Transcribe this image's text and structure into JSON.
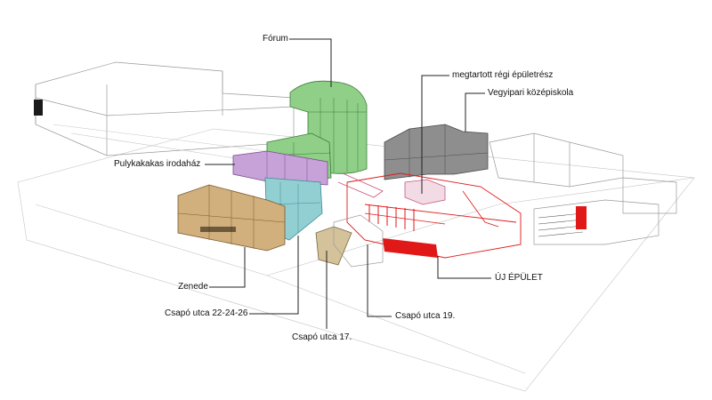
{
  "labels": {
    "forum": "Fórum",
    "megtartott": "megtartott régi épületrész",
    "vegyipari": "Vegyipari középiskola",
    "pulykakakas": "Pulykakakas irodaház",
    "zenede": "Zenede",
    "csapo_22": "Csapó utca 22-24-26",
    "csapo_17": "Csapó utca 17.",
    "csapo_19": "Csapó utca 19.",
    "uj_epulet": "ÚJ ÉPÜLET"
  },
  "colors": {
    "forum": "#8fcf87",
    "pulykakakas": "#c7a2d8",
    "zenede": "#d1b07d",
    "csapo_22": "#92cfd3",
    "csapo_17": "#d4c29a",
    "vegyipari": "#8e8e8e",
    "uj_epulet": "#e01818"
  }
}
